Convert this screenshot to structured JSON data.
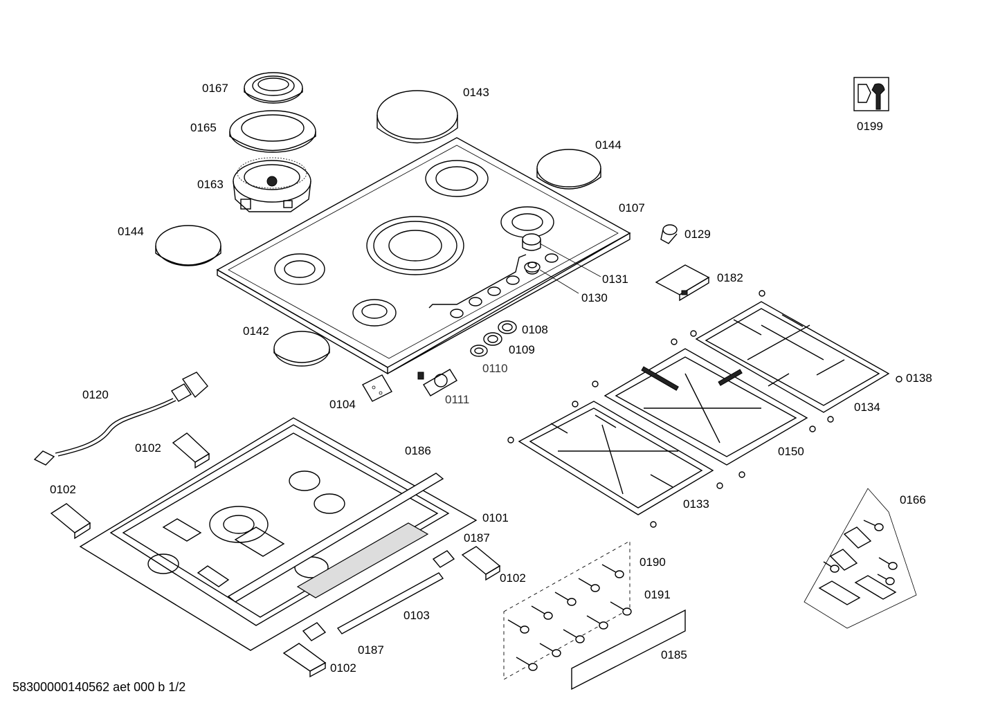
{
  "footer": "58300000140562 aet 000 b 1/2",
  "labels": {
    "l0167": "0167",
    "l0165": "0165",
    "l0163": "0163",
    "l0144a": "0144",
    "l0143": "0143",
    "l0144b": "0144",
    "l0107": "0107",
    "l0129": "0129",
    "l0131": "0131",
    "l0130": "0130",
    "l0182": "0182",
    "l0142": "0142",
    "l0108": "0108",
    "l0109": "0109",
    "l0110": "0110",
    "l0111": "0111",
    "l0104": "0104",
    "l0120": "0120",
    "l0102a": "0102",
    "l0102b": "0102",
    "l0186": "0186",
    "l0101": "0101",
    "l0187a": "0187",
    "l0102c": "0102",
    "l0103": "0103",
    "l0187b": "0187",
    "l0102d": "0102",
    "l0199": "0199",
    "l0138": "0138",
    "l0134": "0134",
    "l0150": "0150",
    "l0133": "0133",
    "l0166": "0166",
    "l0190": "0190",
    "l0191": "0191",
    "l0185": "0185"
  }
}
